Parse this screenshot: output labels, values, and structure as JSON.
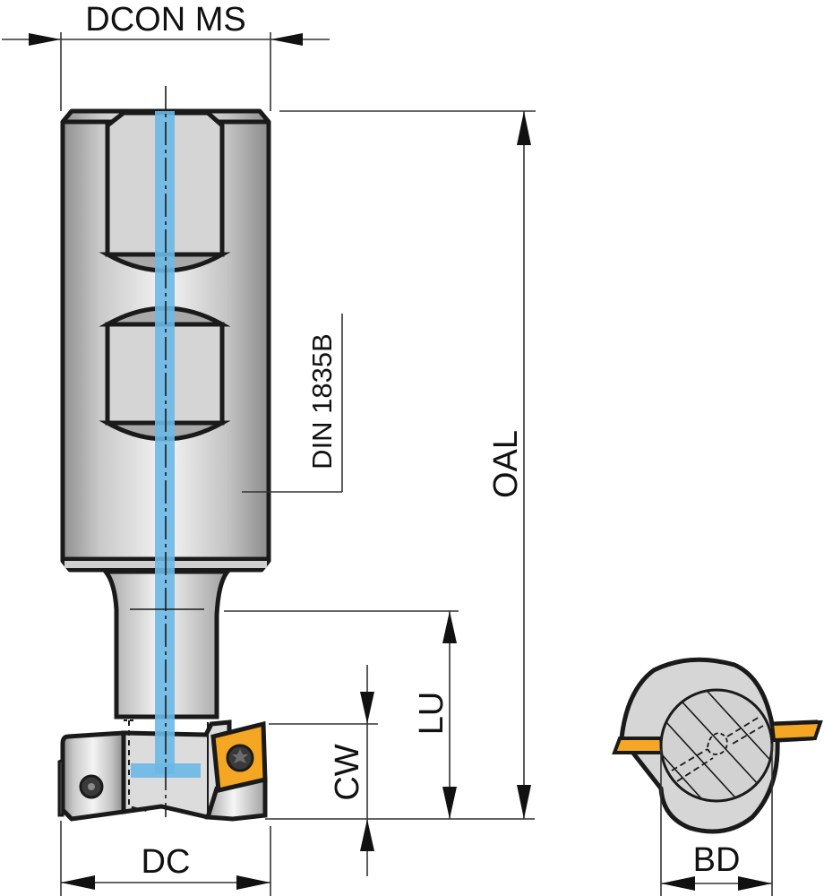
{
  "drawing": {
    "dimensions": {
      "dcon_ms": "DCON MS",
      "oal": "OAL",
      "lu": "LU",
      "cw": "CW",
      "dc": "DC",
      "bd": "BD"
    },
    "annotation": "DIN 1835B",
    "colors": {
      "coolant": "#6bb8e6",
      "insert": "#f5a623",
      "steel_light": "#ededed",
      "steel_dark": "#9c9c9c",
      "outline": "#1a1a1a"
    }
  }
}
